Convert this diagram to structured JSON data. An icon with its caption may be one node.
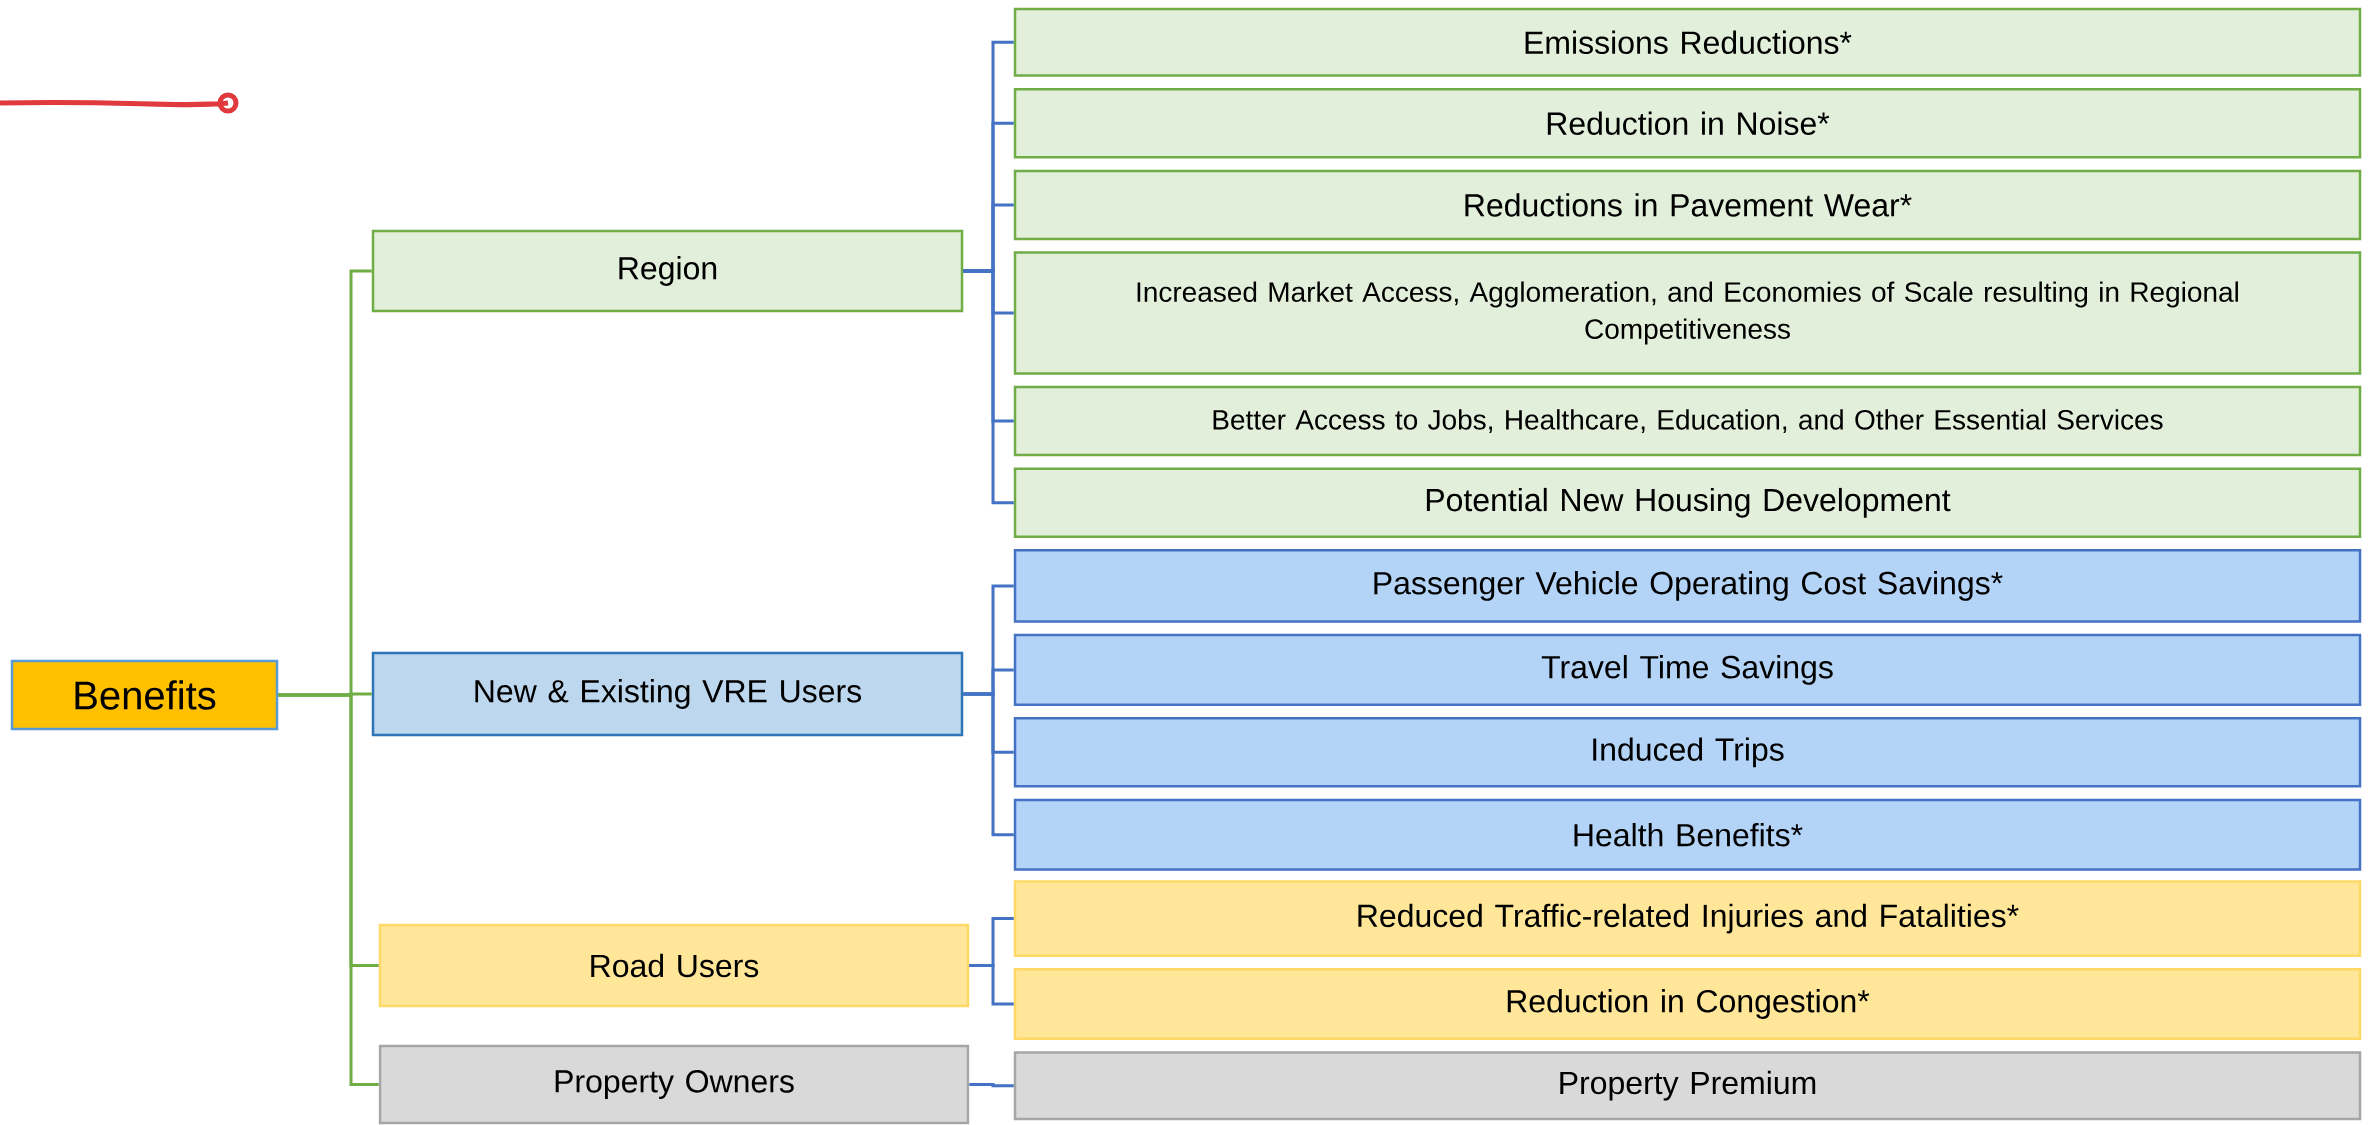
{
  "diagram": {
    "nodes": [
      {
        "text": [
          "Benefits"
        ]
      },
      {
        "text": [
          "Region"
        ]
      },
      {
        "text": [
          "Emissions Reductions*"
        ]
      },
      {
        "text": [
          "Reduction in Noise*"
        ]
      },
      {
        "text": [
          "Reductions in Pavement Wear*"
        ]
      },
      {
        "text": [
          "Increased Market Access, Agglomeration, and Economies of Scale resulting in Regional Competitiveness"
        ]
      },
      {
        "text": [
          "Better Access to Jobs, Healthcare, Education, and Other Essential Services"
        ]
      },
      {
        "text": [
          "Potential New Housing Development"
        ]
      },
      {
        "text": [
          "New & Existing VRE Users"
        ]
      },
      {
        "text": [
          "Passenger Vehicle Operating Cost Savings*"
        ]
      },
      {
        "text": [
          "Travel Time Savings"
        ]
      },
      {
        "text": [
          "Induced Trips"
        ]
      },
      {
        "text": [
          "Health Benefits*"
        ]
      },
      {
        "text": [
          "Road Users"
        ]
      },
      {
        "text": [
          "Reduced Traffic-related Injuries and Fatalities*"
        ]
      },
      {
        "text": [
          "Reduction in Congestion*"
        ]
      },
      {
        "text": [
          "Property Owners"
        ]
      },
      {
        "text": [
          "Property Premium"
        ]
      }
    ],
    "edges": [
      {
        "from": 0,
        "to": 1,
        "arrow": "none",
        "color": "#70ad47"
      },
      {
        "from": 0,
        "to": 8,
        "arrow": "none",
        "color": "#70ad47"
      },
      {
        "from": 0,
        "to": 13,
        "arrow": "none",
        "color": "#70ad47"
      },
      {
        "from": 0,
        "to": 16,
        "arrow": "none",
        "color": "#70ad47"
      },
      {
        "from": 1,
        "to": 2,
        "arrow": "none"
      },
      {
        "from": 1,
        "to": 3,
        "arrow": "none"
      },
      {
        "from": 1,
        "to": 4,
        "arrow": "none"
      },
      {
        "from": 1,
        "to": 5,
        "arrow": "none"
      },
      {
        "from": 1,
        "to": 6,
        "arrow": "none"
      },
      {
        "from": 1,
        "to": 7,
        "arrow": "none"
      },
      {
        "from": 8,
        "to": 9,
        "arrow": "none"
      },
      {
        "from": 8,
        "to": 10,
        "arrow": "none"
      },
      {
        "from": 8,
        "to": 11,
        "arrow": "none"
      },
      {
        "from": 8,
        "to": 12,
        "arrow": "none"
      },
      {
        "from": 13,
        "to": 14,
        "arrow": "none"
      },
      {
        "from": 13,
        "to": 15,
        "arrow": "none"
      },
      {
        "from": 16,
        "to": 17,
        "arrow": "none"
      }
    ]
  }
}
